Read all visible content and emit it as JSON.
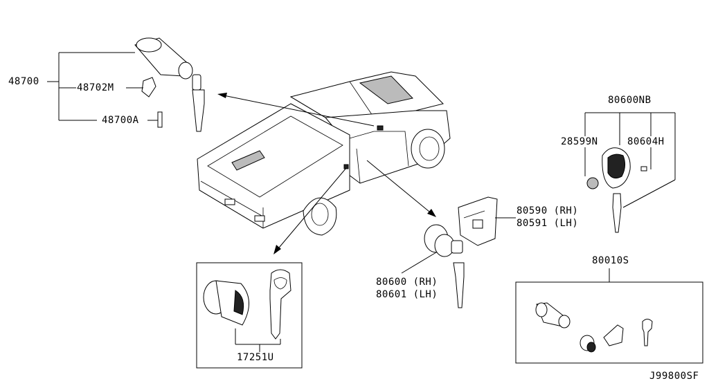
{
  "labels": {
    "p48700": "48700",
    "p48702M": "48702M",
    "p48700A": "48700A",
    "p80600NB": "80600NB",
    "p28599N": "28599N",
    "p80604H": "80604H",
    "p80590": "80590 (RH)",
    "p80591": "80591 (LH)",
    "p80600": "80600 (RH)",
    "p80601": "80601 (LH)",
    "p80010S": "80010S",
    "p17251U": "17251U",
    "ref": "J99800SF"
  }
}
